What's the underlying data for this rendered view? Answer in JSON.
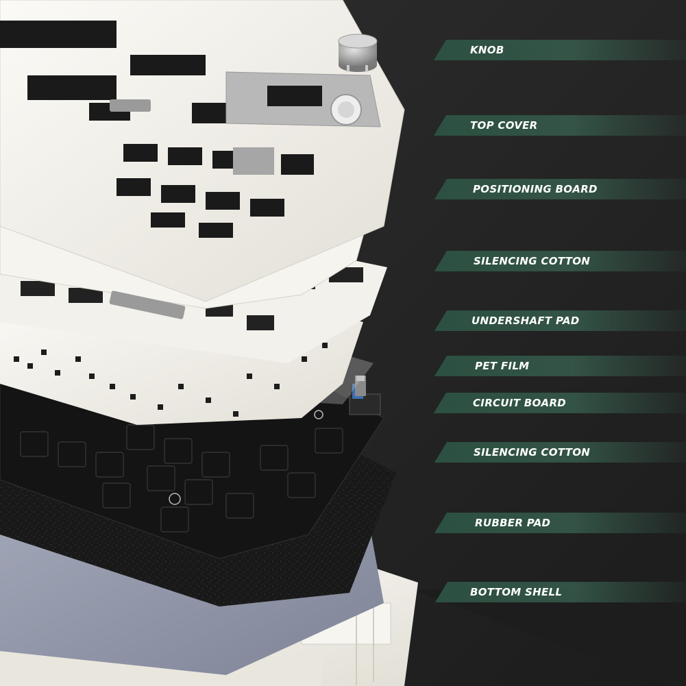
{
  "layers": [
    {
      "id": "knob",
      "label": "KNOB"
    },
    {
      "id": "top-cover",
      "label": "TOP COVER"
    },
    {
      "id": "positioning-board",
      "label": "POSITIONING BOARD"
    },
    {
      "id": "silencing-cotton-1",
      "label": "SILENCING COTTON"
    },
    {
      "id": "undershaft-pad",
      "label": "UNDERSHAFT PAD"
    },
    {
      "id": "pet-film",
      "label": "PET FILM"
    },
    {
      "id": "circuit-board",
      "label": "CIRCUIT BOARD"
    },
    {
      "id": "silencing-cotton-2",
      "label": "SILENCING COTTON"
    },
    {
      "id": "rubber-pad",
      "label": "RUBBER PAD"
    },
    {
      "id": "bottom-shell",
      "label": "BOTTOM SHELL"
    }
  ],
  "colors": {
    "background": "#2b2b2b",
    "banner": "#2c5242",
    "label_text": "#ffffff",
    "shell_white": "#f2f0ea",
    "rubber_pad": "#8d93a6",
    "pcb": "#151515",
    "cotton": "#1a1a1a"
  }
}
